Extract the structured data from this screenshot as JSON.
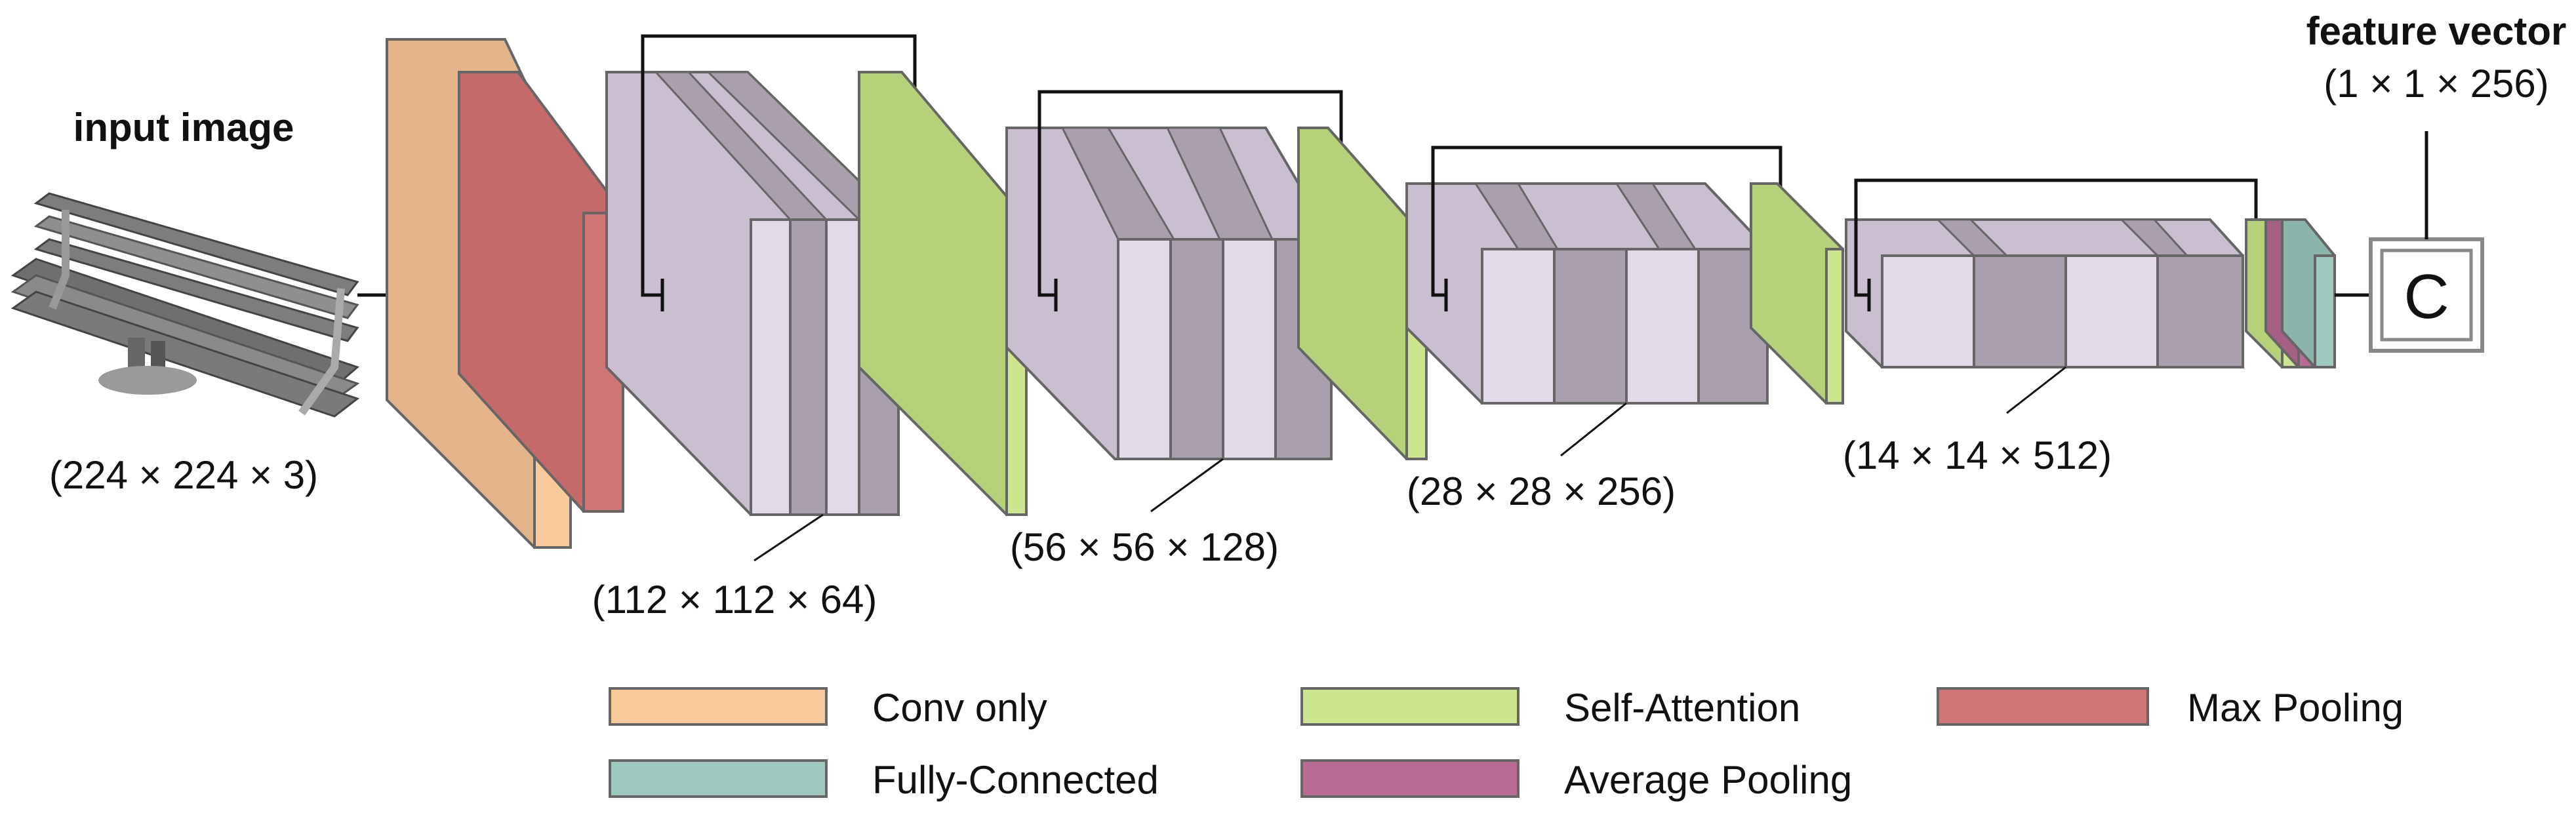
{
  "input": {
    "title": "input image",
    "dims": "(224 × 224 × 3)"
  },
  "stages": [
    {
      "dims": "(112 × 112 × 64)"
    },
    {
      "dims": "(56 × 56 × 128)"
    },
    {
      "dims": "(28 × 28 × 256)"
    },
    {
      "dims": "(14 × 14 × 512)"
    }
  ],
  "output": {
    "title": "feature vector",
    "dims": "(1 × 1 × 256)",
    "symbol": "C"
  },
  "legend": [
    {
      "label": "Conv only",
      "color": "#f9c999"
    },
    {
      "label": "Self-Attention",
      "color": "#cde58f"
    },
    {
      "label": "Max Pooling",
      "color": "#d07575"
    },
    {
      "label": "Fully-Connected",
      "color": "#9ec9bf"
    },
    {
      "label": "Average Pooling",
      "color": "#b86c93"
    }
  ],
  "colors": {
    "conv": "#f9c999",
    "conv_side": "#e4b58a",
    "attention": "#cde58f",
    "attention_side": "#b5d27b",
    "maxpool": "#d07575",
    "avgpool": "#b86c93",
    "fc": "#9ec9bf",
    "block_light": "#e3dae9",
    "block_dark": "#a99fad",
    "block_side": "#c9bfd0",
    "outline": "#666666"
  }
}
